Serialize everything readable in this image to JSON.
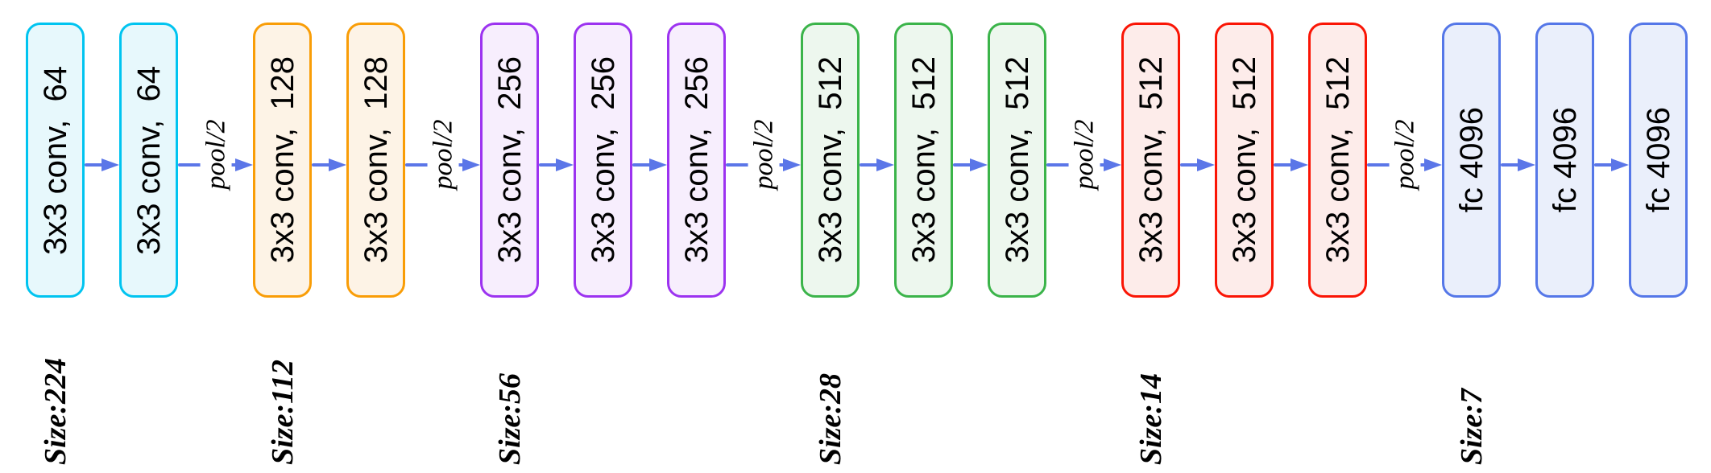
{
  "diagram": {
    "type": "cnn-architecture-flow",
    "arrow_color": "#5b76e8",
    "pool_labels": [
      "pool/2",
      "pool/2",
      "pool/2",
      "pool/2",
      "pool/2"
    ],
    "groups": [
      {
        "name": "conv1",
        "border_color": "#00c4f0",
        "fill_color": "#e7f8fc",
        "blocks": [
          "3x3 conv,  64",
          "3x3 conv,  64"
        ],
        "size_label": "Size:224"
      },
      {
        "name": "conv2",
        "border_color": "#f99d07",
        "fill_color": "#fdf3e6",
        "blocks": [
          "3x3 conv,  128",
          "3x3 conv,  128"
        ],
        "size_label": "Size:112"
      },
      {
        "name": "conv3",
        "border_color": "#9c33f0",
        "fill_color": "#f7eefd",
        "blocks": [
          "3x3 conv,  256",
          "3x3 conv,  256",
          "3x3 conv,  256"
        ],
        "size_label": "Size:56"
      },
      {
        "name": "conv4",
        "border_color": "#3bb44a",
        "fill_color": "#edf7ee",
        "blocks": [
          "3x3 conv,  512",
          "3x3 conv,  512",
          "3x3 conv,  512"
        ],
        "size_label": "Size:28"
      },
      {
        "name": "conv5",
        "border_color": "#fa1505",
        "fill_color": "#fdecea",
        "blocks": [
          "3x3 conv,  512",
          "3x3 conv,  512",
          "3x3 conv,  512"
        ],
        "size_label": "Size:14"
      },
      {
        "name": "fc",
        "border_color": "#5577e8",
        "fill_color": "#eaeffb",
        "blocks": [
          "fc 4096",
          "fc 4096",
          "fc 4096"
        ],
        "size_label": "Size:7"
      }
    ]
  }
}
